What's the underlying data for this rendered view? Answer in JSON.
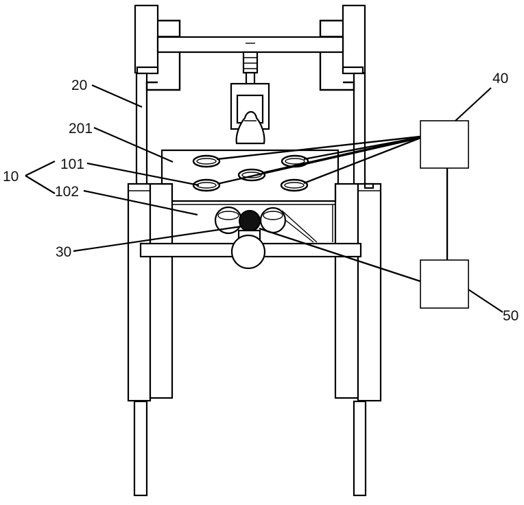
{
  "labels": {
    "l10": "10",
    "l20": "20",
    "l201": "201",
    "l101": "101",
    "l102": "102",
    "l30": "30",
    "l40": "40",
    "l50": "50"
  }
}
